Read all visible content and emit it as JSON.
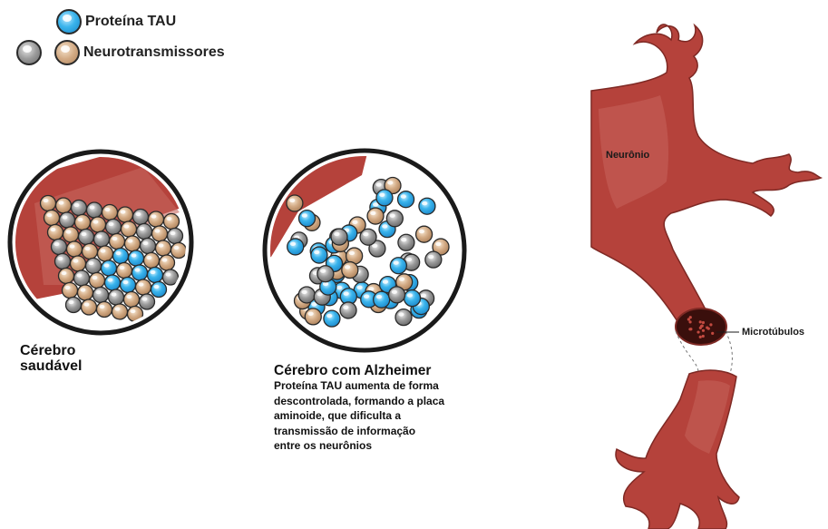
{
  "legend": {
    "tau_label": "Proteína TAU",
    "neuro_label": "Neurotransmissores",
    "tau_icon": "blue-sphere",
    "neuro_icons": [
      "gray-sphere",
      "tan-sphere"
    ]
  },
  "healthy": {
    "title_line1": "Cérebro",
    "title_line2": "saudável"
  },
  "alzheimer": {
    "title": "Cérebro com Alzheimer",
    "desc_line1": "Proteína TAU aumenta de forma",
    "desc_line2": "descontrolada, formando a placa",
    "desc_line3": "aminoide, que dificulta a",
    "desc_line4": "transmissão de informação",
    "desc_line5": "entre os neurônios"
  },
  "neuron": {
    "neuron_label": "Neurônio",
    "microtubule_label": "Microtúbulos"
  },
  "colors": {
    "neuron_fill": "#b5423b",
    "neuron_dark": "#8f2f2a",
    "tau_blue": "#3ab4ec",
    "neuro_gray": "#9a9a9a",
    "neuro_tan": "#d3ab85"
  }
}
